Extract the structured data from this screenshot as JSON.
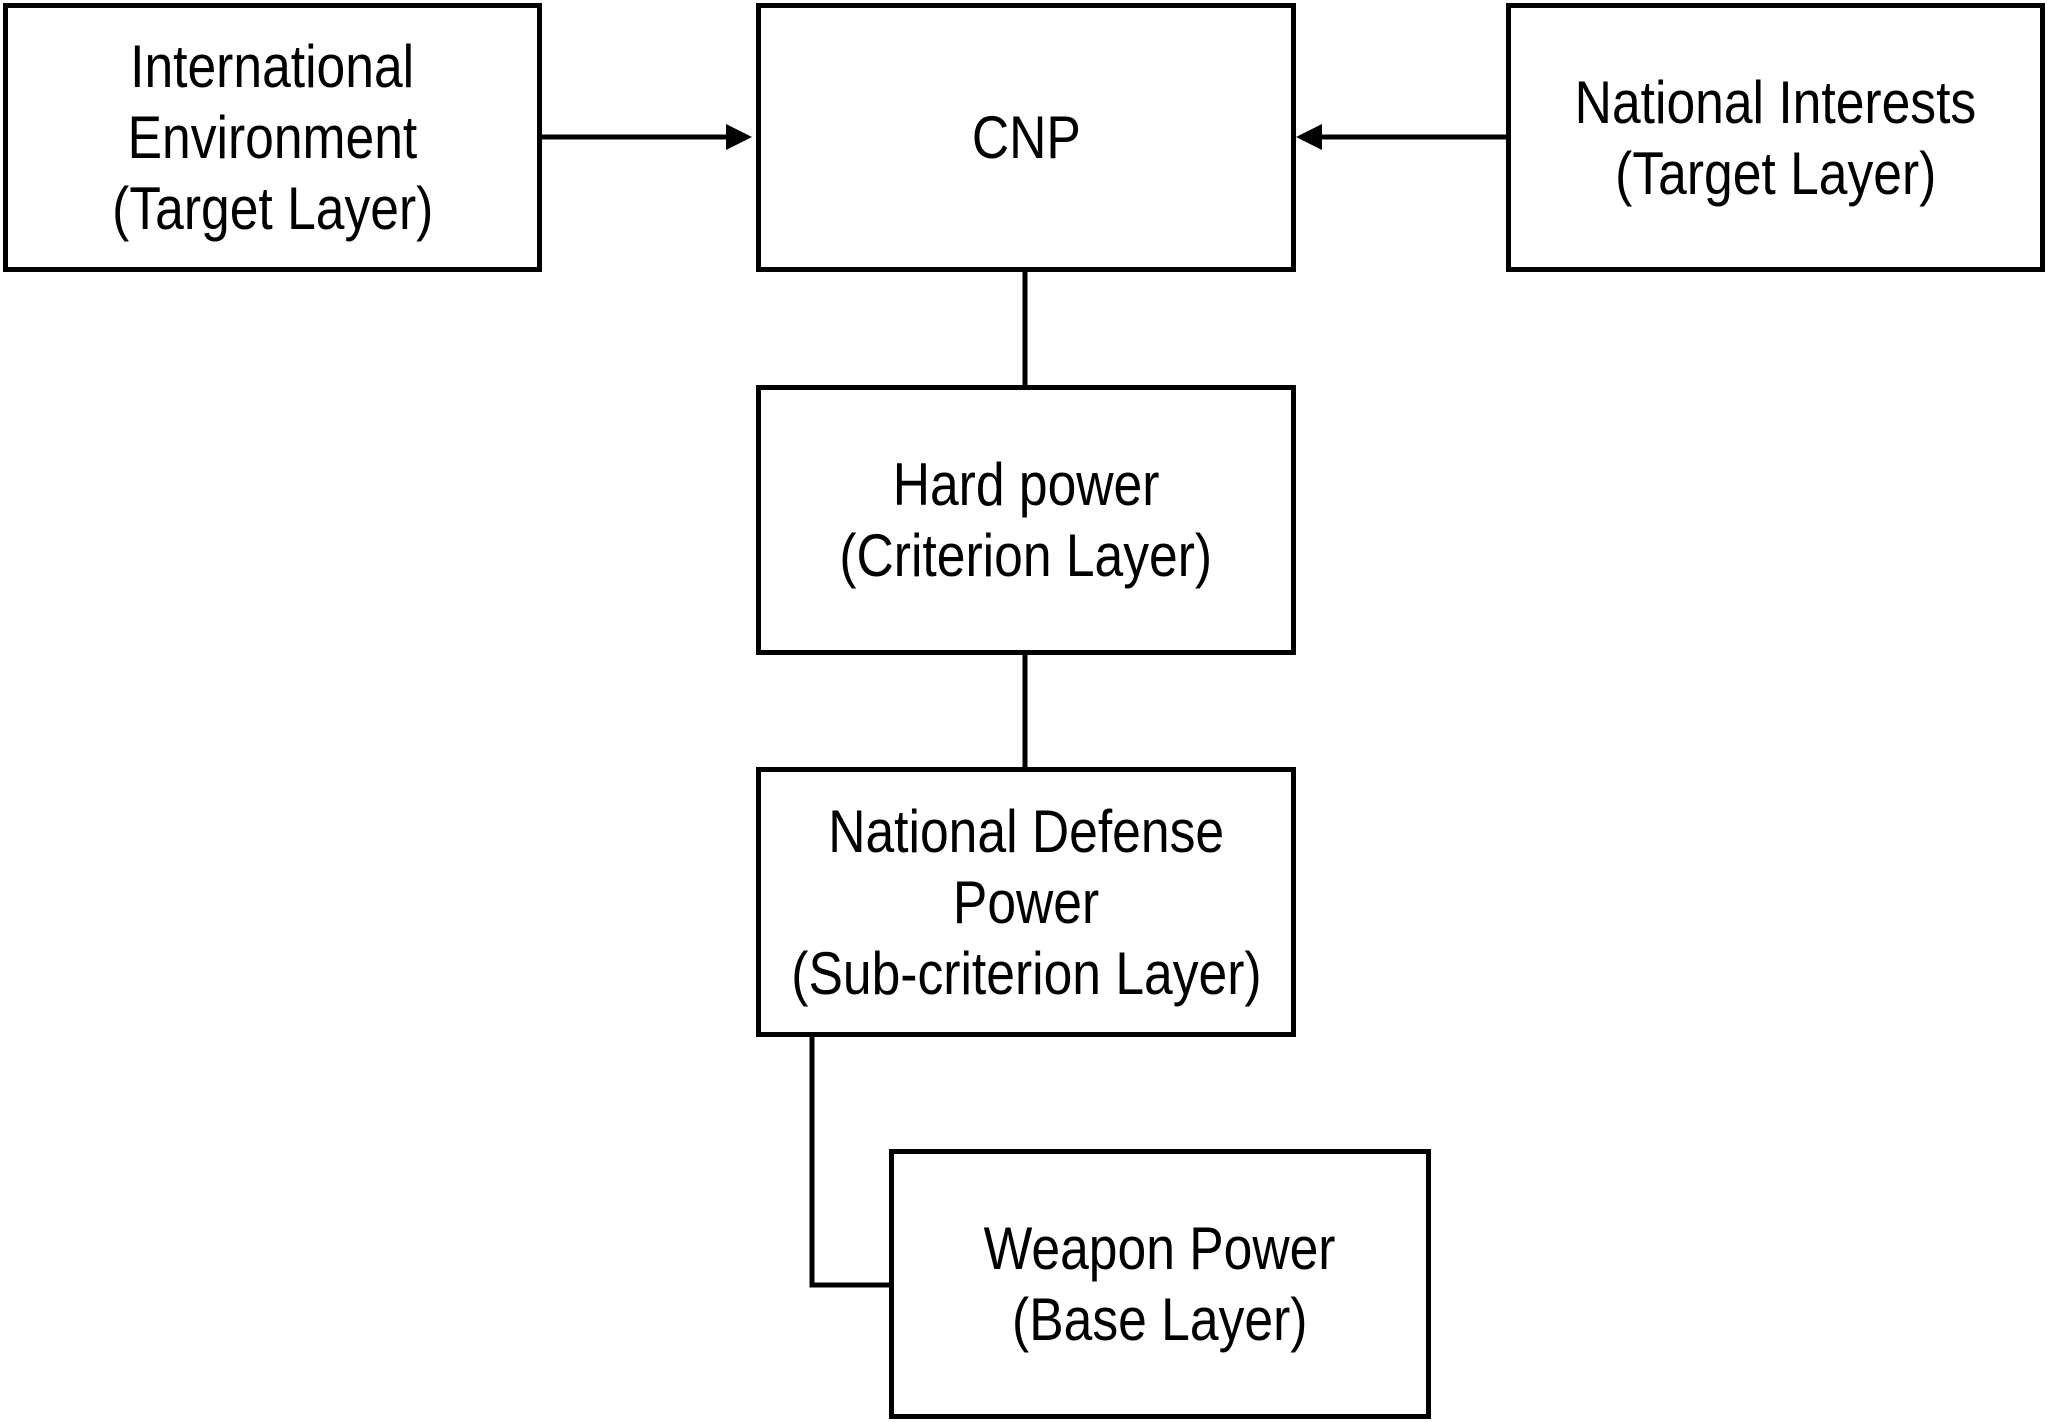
{
  "nodes": {
    "international_environment": {
      "lines": [
        "International",
        "Environment",
        "(Target Layer)"
      ]
    },
    "cnp": {
      "lines": [
        "CNP"
      ]
    },
    "national_interests": {
      "lines": [
        "National Interests",
        "(Target Layer)"
      ]
    },
    "hard_power": {
      "lines": [
        "Hard power",
        "(Criterion Layer)"
      ]
    },
    "national_defense_power": {
      "lines": [
        "National Defense",
        "Power",
        "(Sub-criterion Layer)"
      ]
    },
    "weapon_power": {
      "lines": [
        "Weapon Power",
        "(Base Layer)"
      ]
    }
  }
}
